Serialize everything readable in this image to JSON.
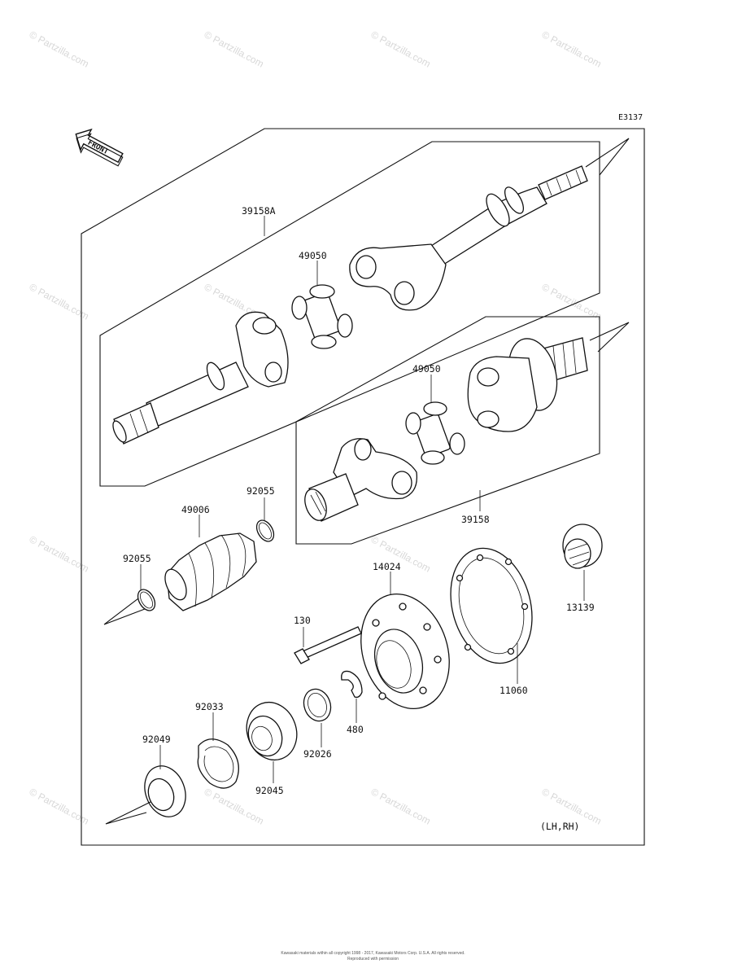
{
  "diagram_code": "E3137",
  "front_label": "FRONT",
  "variant_note": "(LH,RH)",
  "watermark": "© Partzilla.com",
  "parts": [
    {
      "id": "39158A"
    },
    {
      "id": "49050"
    },
    {
      "id": "49050"
    },
    {
      "id": "39158"
    },
    {
      "id": "92055"
    },
    {
      "id": "49006"
    },
    {
      "id": "92055"
    },
    {
      "id": "14024"
    },
    {
      "id": "130"
    },
    {
      "id": "11060"
    },
    {
      "id": "13139"
    },
    {
      "id": "92033"
    },
    {
      "id": "480"
    },
    {
      "id": "92026"
    },
    {
      "id": "92049"
    },
    {
      "id": "92045"
    }
  ],
  "copyright_lines": [
    "Kawasaki materials within all copyright 1998 - 2017, Kawasaki Motors Corp. U.S.A. All rights reserved.",
    "Reproduced with permission"
  ]
}
